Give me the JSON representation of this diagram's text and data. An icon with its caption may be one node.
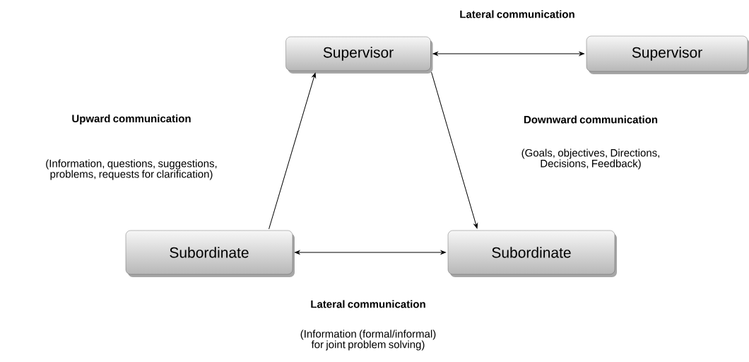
{
  "diagram": {
    "nodes": [
      {
        "text": [
          "Supervisor"
        ]
      },
      {
        "text": [
          "Supervisor"
        ]
      },
      {
        "text": [
          "Subordinate"
        ]
      },
      {
        "text": [
          "Subordinate"
        ]
      }
    ],
    "edges": [
      {
        "from": 0,
        "to": 1,
        "arrow": "both"
      },
      {
        "from": 2,
        "to": 0,
        "arrow": "to"
      },
      {
        "from": 0,
        "to": 3,
        "arrow": "to"
      },
      {
        "from": 2,
        "to": 3,
        "arrow": "both"
      }
    ],
    "labels": [
      "Lateral communication",
      "Upward communication",
      "(Information, questions, suggestions, problems, requests for clarification)",
      "Downward communication",
      "(Goals, objectives, Directions, Decisions, Feedback)",
      "Lateral communication",
      "(Information (formal/informal) for joint problem solving)"
    ]
  }
}
